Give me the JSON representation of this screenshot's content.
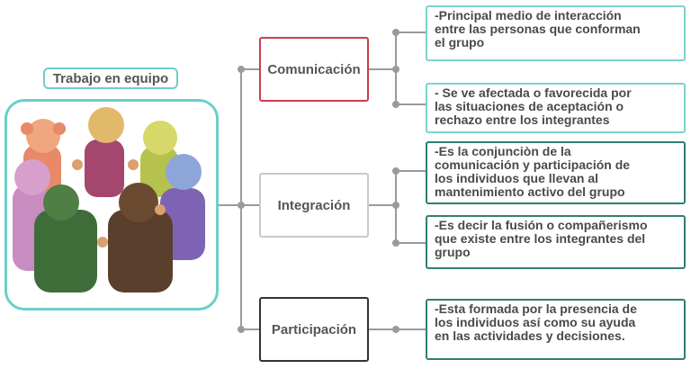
{
  "title": "Trabajo en equipo",
  "colors": {
    "teal": "#6ccfc8",
    "connector": "#9a9a9a",
    "comunicacion_border": "#c9404a",
    "integracion_border": "#c9c9c9",
    "participacion_border": "#333333",
    "detail_light": "#7dd3cf",
    "detail_dark": "#2f7f72"
  },
  "illustration": {
    "icon": "children-holding-hands-circle-illustration",
    "figure_colors": [
      "#e8896a",
      "#e2b96b",
      "#d6d86a",
      "#8ea5d9",
      "#c98cc0",
      "#3f6d3a",
      "#5a3f2c"
    ]
  },
  "topics": [
    {
      "label": "Comunicación",
      "details": [
        "-Principal medio de interacción\nentre las personas que conforman\nel grupo",
        "- Se ve afectada o favorecida por\nlas situaciones de aceptación o\nrechazo entre los integrantes"
      ]
    },
    {
      "label": "Integración",
      "details": [
        "-Es la conjunciòn de la\ncomunicación y participación de\nlos individuos  que llevan al\nmantenimiento activo del grupo",
        "-Es decir la fusión o compañerismo\nque existe entre los integrantes del\ngrupo"
      ]
    },
    {
      "label": "Participación",
      "details": [
        "-Esta formada por la presencia de\nlos individuos así como su ayuda\nen las actividades y decisiones."
      ]
    }
  ]
}
